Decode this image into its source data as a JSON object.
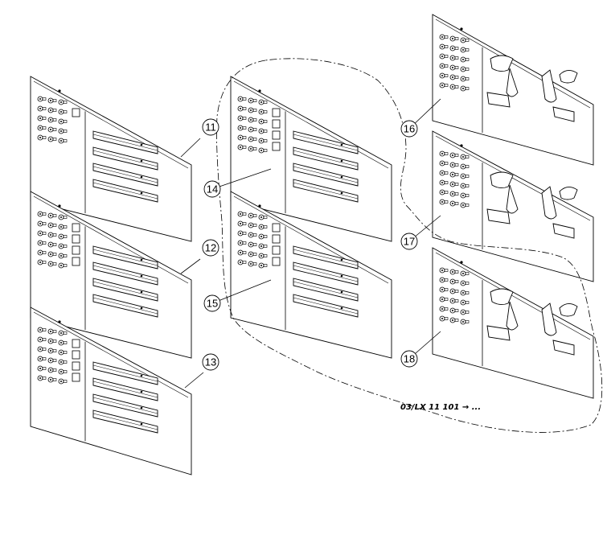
{
  "callouts": [
    "11",
    "12",
    "13",
    "14",
    "15",
    "16",
    "17",
    "18"
  ],
  "serial_note": "03/LX 11 101 → ...",
  "colors": {
    "line": "#000000",
    "paper": "#ffffff"
  }
}
